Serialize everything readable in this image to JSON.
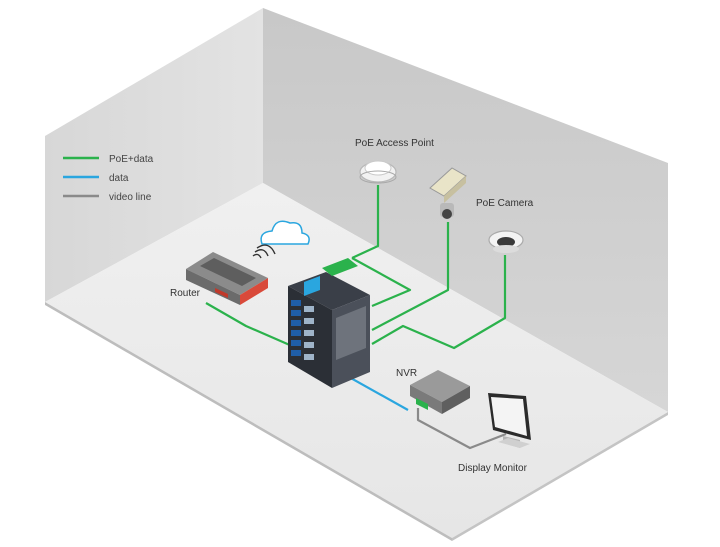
{
  "legend": {
    "items": [
      {
        "label": "PoE+data",
        "color": "#2bb24c"
      },
      {
        "label": "data",
        "color": "#2aa6df"
      },
      {
        "label": "video line",
        "color": "#8a8a8a"
      }
    ]
  },
  "devices": {
    "access_point": "PoE Access Point",
    "poe_camera": "PoE Camera",
    "router": "Router",
    "nvr": "NVR",
    "monitor": "Display Monitor"
  },
  "colors": {
    "poe_data": "#2bb24c",
    "data": "#2aa6df",
    "video": "#8a8a8a",
    "wall_back": "#cfcfcf",
    "wall_left": "#dcdcdc",
    "floor": "#ececec"
  }
}
